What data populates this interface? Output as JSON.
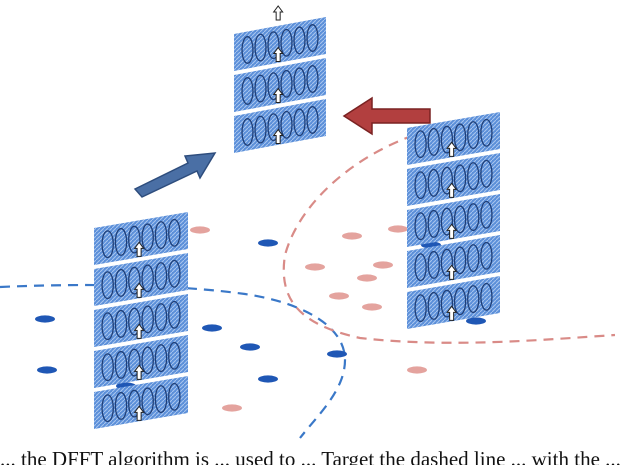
{
  "figure": {
    "description_kind": "domain adaptation diagram",
    "colors": {
      "layer_fill": "#5b8fd9",
      "layer_hatch": "#a9c6ef",
      "neuron_stroke": "#1f3f78",
      "up_arrow_fill": "#ffffff",
      "up_arrow_stroke": "#222222",
      "source_arrow": "#4a6fa5",
      "source_arrow_edge": "#2e4d7d",
      "target_arrow": "#b23f3f",
      "target_arrow_edge": "#7a2222",
      "source_boundary": "#3a78c8",
      "target_boundary": "#d98b87",
      "source_points": "#1f57b5",
      "target_points": "#e4a39e"
    },
    "networks": [
      {
        "name": "source-network",
        "layers": 5,
        "neurons_per_layer": 6
      },
      {
        "name": "shared-network",
        "layers": 3,
        "neurons_per_layer": 6
      },
      {
        "name": "target-network",
        "layers": 5,
        "neurons_per_layer": 6
      }
    ],
    "arrows": [
      {
        "name": "source-to-shared-arrow",
        "color": "source_arrow"
      },
      {
        "name": "target-to-shared-arrow",
        "color": "target_arrow"
      }
    ]
  },
  "caption": {
    "text": "... the DFFT algorithm is ... used to ... Target the dashed line ... with the ..."
  }
}
